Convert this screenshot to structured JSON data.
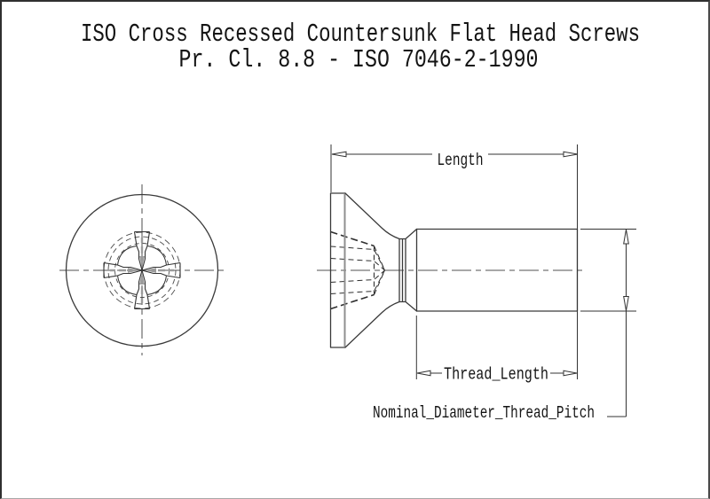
{
  "title": {
    "line1": "ISO Cross Recessed Countersunk Flat Head Screws",
    "line2": "Pr. Cl. 8.8 - ISO 7046-2-1990"
  },
  "dimensions": {
    "length": "Length",
    "thread_length": "Thread_Length",
    "nominal": "Nominal_Diameter_Thread_Pitch"
  },
  "colors": {
    "background": "#ffffff",
    "object_line": "#3a3a3a",
    "hidden_line": "#2f2f2f",
    "centerline": "#9c9c9c",
    "dimension_line": "#333333",
    "text": "#141414"
  }
}
